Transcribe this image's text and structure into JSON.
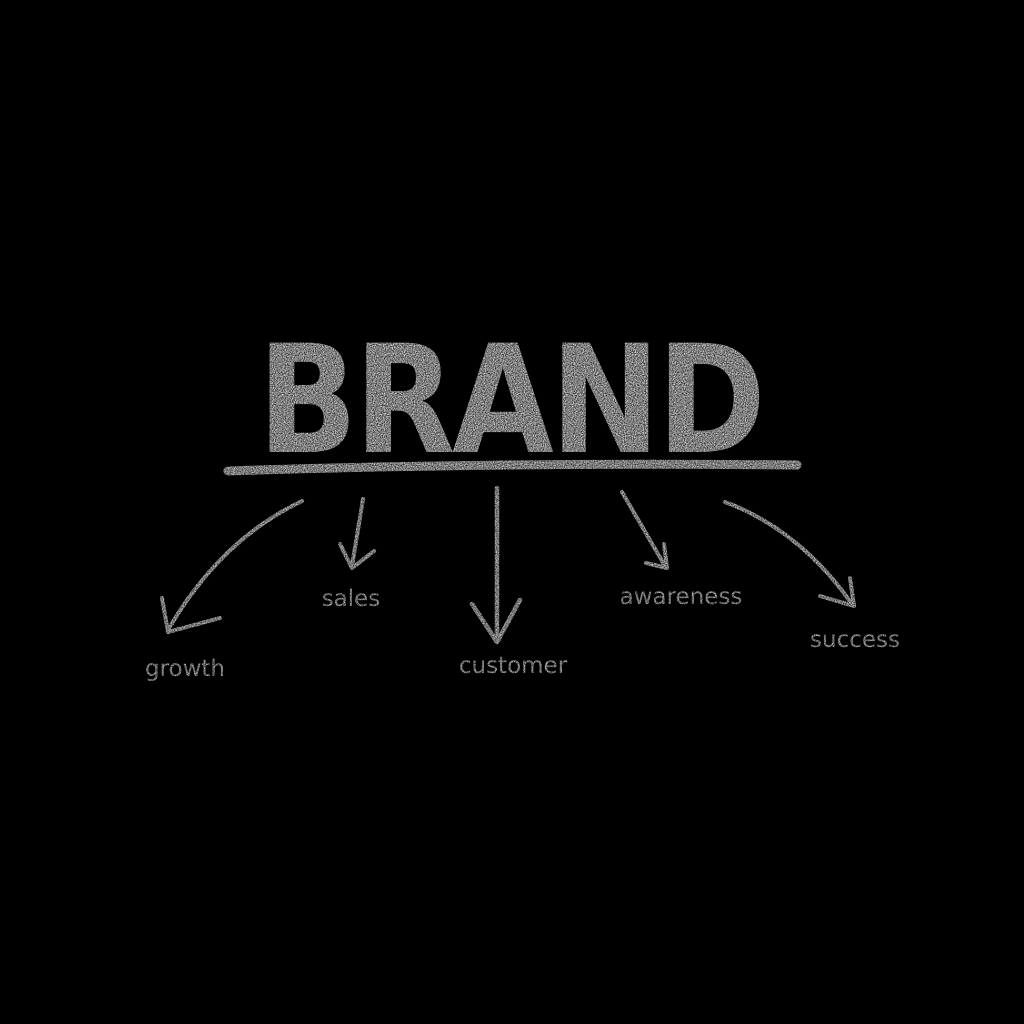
{
  "diagram": {
    "title": "BRAND",
    "branches": [
      {
        "label": "growth"
      },
      {
        "label": "sales"
      },
      {
        "label": "customer"
      },
      {
        "label": "awareness"
      },
      {
        "label": "success"
      }
    ],
    "colors": {
      "background": "#000000",
      "chalk": "#e0e0e0"
    }
  }
}
